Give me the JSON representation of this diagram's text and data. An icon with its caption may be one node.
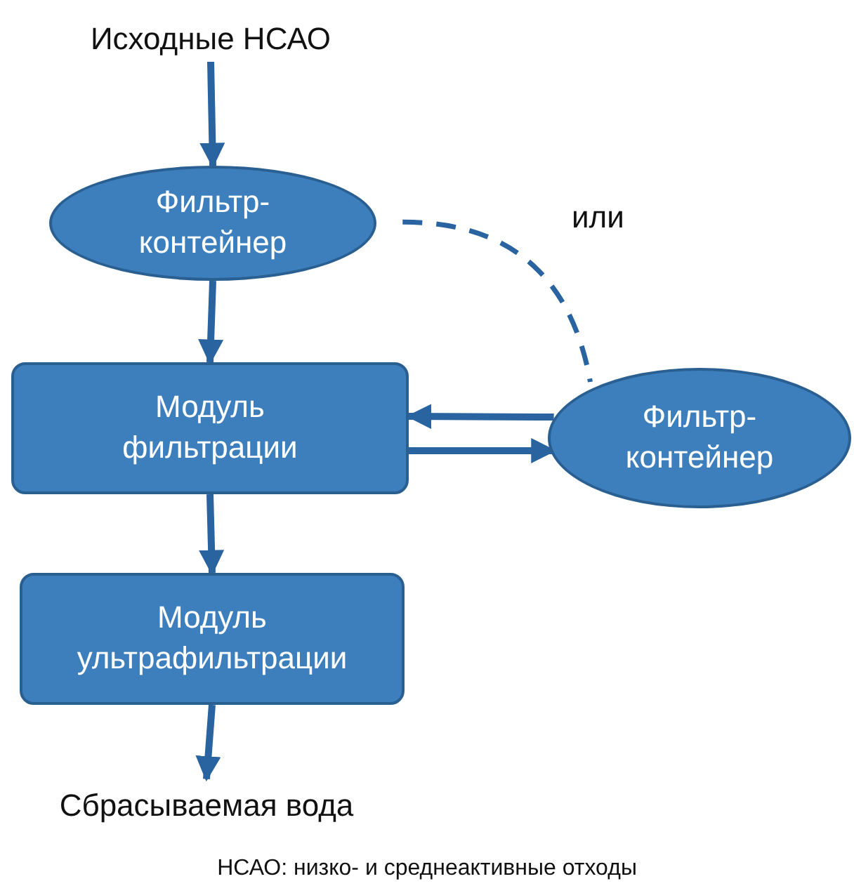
{
  "diagram": {
    "caption": "НСАО: низко- и среднеактивные отходы",
    "nodes": [
      {
        "text": [
          "Исходные НСАО"
        ]
      },
      {
        "text": [
          "Фильтр- контейнер"
        ]
      },
      {
        "text": [
          "Модуль фильтрации"
        ]
      },
      {
        "text": [
          "Фильтр- контейнер"
        ]
      },
      {
        "text": [
          "Модуль ультрафильтрации"
        ]
      },
      {
        "text": [
          "Сбрасываемая вода"
        ]
      }
    ],
    "edges": [
      {
        "from": 0,
        "to": 1,
        "arrow": "to"
      },
      {
        "from": 1,
        "to": 2,
        "arrow": "to"
      },
      {
        "from": 3,
        "to": 2,
        "arrow": "to"
      },
      {
        "from": 2,
        "to": 3,
        "arrow": "to"
      },
      {
        "from": 2,
        "to": 4,
        "arrow": "to"
      },
      {
        "from": 4,
        "to": 5,
        "arrow": "to"
      },
      {
        "from": 1,
        "to": 3,
        "arrow": "none",
        "style": "dashed",
        "label": "или"
      }
    ]
  }
}
